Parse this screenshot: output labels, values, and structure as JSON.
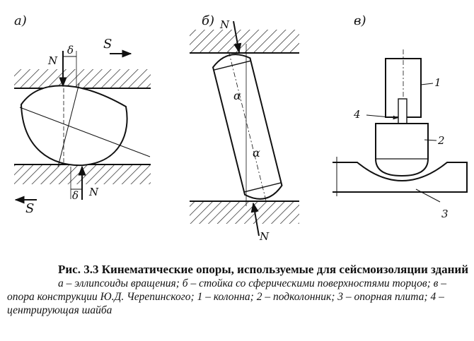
{
  "panels": {
    "a": {
      "label": "а)",
      "force_top": "N",
      "force_bottom": "N",
      "shift_top": "S",
      "shift_bottom": "S",
      "delta_top": "δ",
      "delta_bottom": "δ"
    },
    "b": {
      "label": "б)",
      "force_top": "N",
      "force_bottom": "N",
      "angle_top": "α",
      "angle_bottom": "α"
    },
    "c": {
      "label": "в)",
      "callouts": [
        "1",
        "2",
        "3",
        "4"
      ]
    }
  },
  "caption": {
    "title": "Рис. 3.3 Кинематические опоры, используемые для сейсмоизоляции зданий",
    "body": "а – эллипсоиды вращения; б – стойка со сферическими поверхностями торцов; в – опора конструкции Ю.Д. Черепинского; 1 – колонна; 2 – подколонник; 3 – опорная плита; 4 – центрирующая шайба"
  }
}
